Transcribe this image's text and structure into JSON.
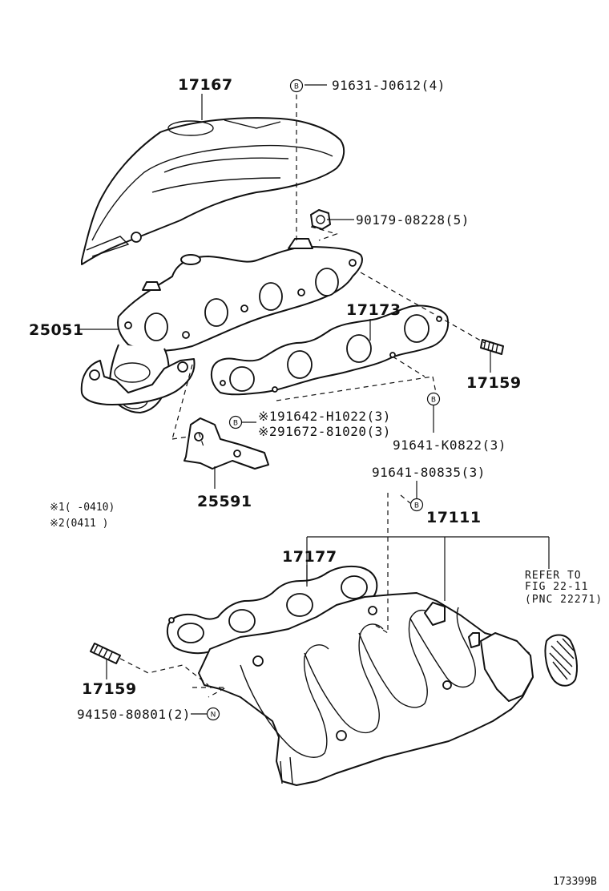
{
  "labels": {
    "p17167": "17167",
    "p91631": "91631-J0612(4)",
    "p90179": "90179-08228(5)",
    "p25051": "25051",
    "p17173": "17173",
    "p17159_top": "17159",
    "p91642": "※191642-H1022(3)",
    "p91672": "※291672-81020(3)",
    "p91641_k": "91641-K0822(3)",
    "p25591": "25591",
    "note1": "※1(    -0410)",
    "note2": "※2(0411     )",
    "p91641_80835": "91641-80835(3)",
    "p17111": "17111",
    "p17177": "17177",
    "refer_line1": "REFER TO",
    "refer_line2": "FIG 22-11",
    "refer_line3": "(PNC 22271)",
    "p17159_bottom": "17159",
    "p94150": "94150-80801(2)",
    "figure_code": "173399B"
  },
  "symbols": {
    "b": "B",
    "n": "N"
  }
}
